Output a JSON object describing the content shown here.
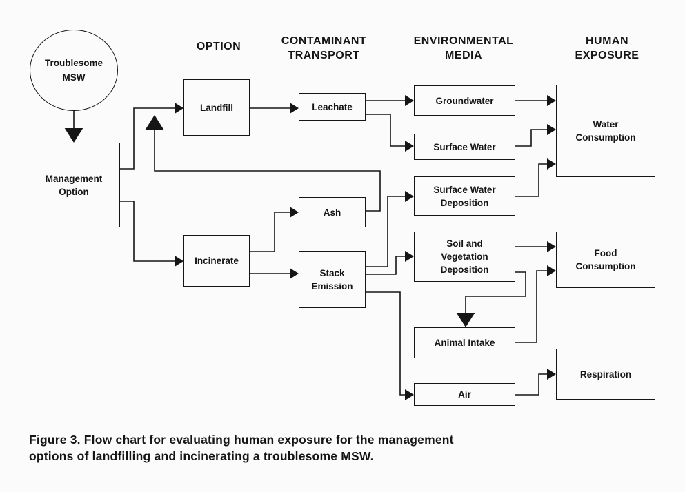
{
  "colors": {
    "ink": "#151515",
    "paper": "#fbfbfb"
  },
  "headers": {
    "option": "OPTION",
    "transport": "CONTAMINANT\nTRANSPORT",
    "media": "ENVIRONMENTAL\nMEDIA",
    "exposure": "HUMAN\nEXPOSURE"
  },
  "nodes": {
    "msw": "Troublesome\nMSW",
    "management": "Management\nOption",
    "landfill": "Landfill",
    "incinerate": "Incinerate",
    "leachate": "Leachate",
    "ash": "Ash",
    "stack": "Stack\nEmission",
    "groundwater": "Groundwater",
    "surface_water": "Surface Water",
    "sw_deposition": "Surface Water\nDeposition",
    "soil_veg": "Soil and\nVegetation\nDeposition",
    "animal": "Animal Intake",
    "air": "Air",
    "water_consumption": "Water\nConsumption",
    "food_consumption": "Food\nConsumption",
    "respiration": "Respiration"
  },
  "caption": "Figure 3.  Flow chart for evaluating human exposure for the management\noptions of landfilling and incinerating a troublesome MSW."
}
